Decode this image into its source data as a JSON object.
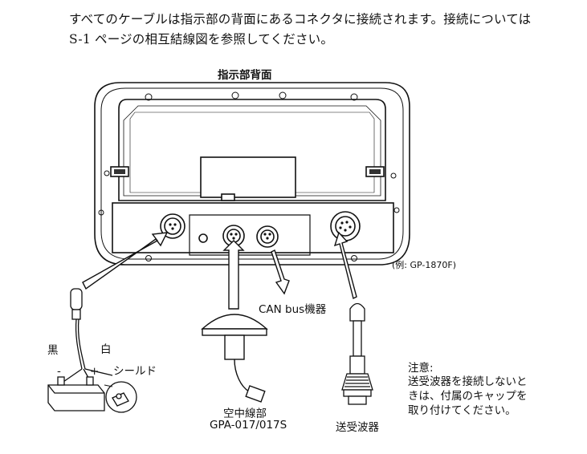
{
  "intro": {
    "line1": "すべてのケーブルは指示部の背面にあるコネクタに接続されます。接続については",
    "line2": "S-1 ページの相互結線図を参照してください。"
  },
  "diagram": {
    "title": "指示部背面",
    "example": "(例: GP-1870F)",
    "can_bus": "CAN bus機器",
    "black": "黒",
    "white": "白",
    "minus": "-",
    "plus": "+",
    "shield": "シールド",
    "antenna_name": "空中線部",
    "antenna_model": "GPA-017/017S",
    "transducer": "送受波器",
    "note_title": "注意:",
    "note_line1": "送受波器を接続しないと",
    "note_line2": "きは、付属のキャップを",
    "note_line3": "取り付けてください。"
  }
}
